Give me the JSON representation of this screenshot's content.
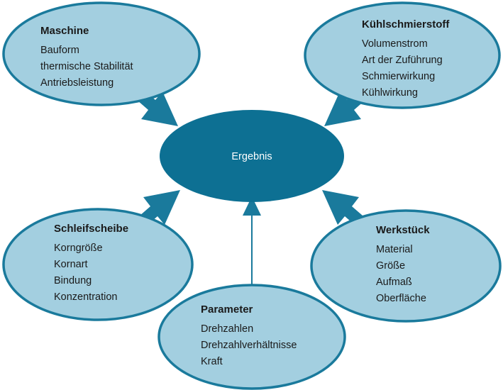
{
  "colors": {
    "node_fill": "#a3cfe0",
    "node_stroke": "#1a7a9c",
    "center_fill": "#0d7093",
    "arrow_fill": "#1a7a9c",
    "text": "#1a1a1a",
    "center_text": "#ffffff",
    "background": "#ffffff"
  },
  "center": {
    "label": "Ergebnis"
  },
  "nodes": [
    {
      "id": "maschine",
      "title": "Maschine",
      "items": [
        "Bauform",
        "thermische Stabilität",
        "Antriebsleistung"
      ]
    },
    {
      "id": "kuehlschmierstoff",
      "title": "Kühlschmierstoff",
      "items": [
        "Volumenstrom",
        "Art der Zuführung",
        "Schmierwirkung",
        "Kühlwirkung"
      ]
    },
    {
      "id": "schleifscheibe",
      "title": "Schleifscheibe",
      "items": [
        "Korngröße",
        "Kornart",
        "Bindung",
        "Konzentration"
      ]
    },
    {
      "id": "werkstueck",
      "title": "Werkstück",
      "items": [
        "Material",
        "Größe",
        "Aufmaß",
        "Oberfläche"
      ]
    },
    {
      "id": "parameter",
      "title": "Parameter",
      "items": [
        "Drehzahlen",
        "Drehzahlverhältnisse",
        "Kraft"
      ]
    }
  ],
  "arrows": [
    {
      "from": "maschine",
      "to": "center",
      "direction": "down-right"
    },
    {
      "from": "kuehlschmierstoff",
      "to": "center",
      "direction": "down-left"
    },
    {
      "from": "schleifscheibe",
      "to": "center",
      "direction": "up-right"
    },
    {
      "from": "werkstueck",
      "to": "center",
      "direction": "up-left"
    },
    {
      "from": "parameter",
      "to": "center",
      "direction": "up"
    }
  ]
}
